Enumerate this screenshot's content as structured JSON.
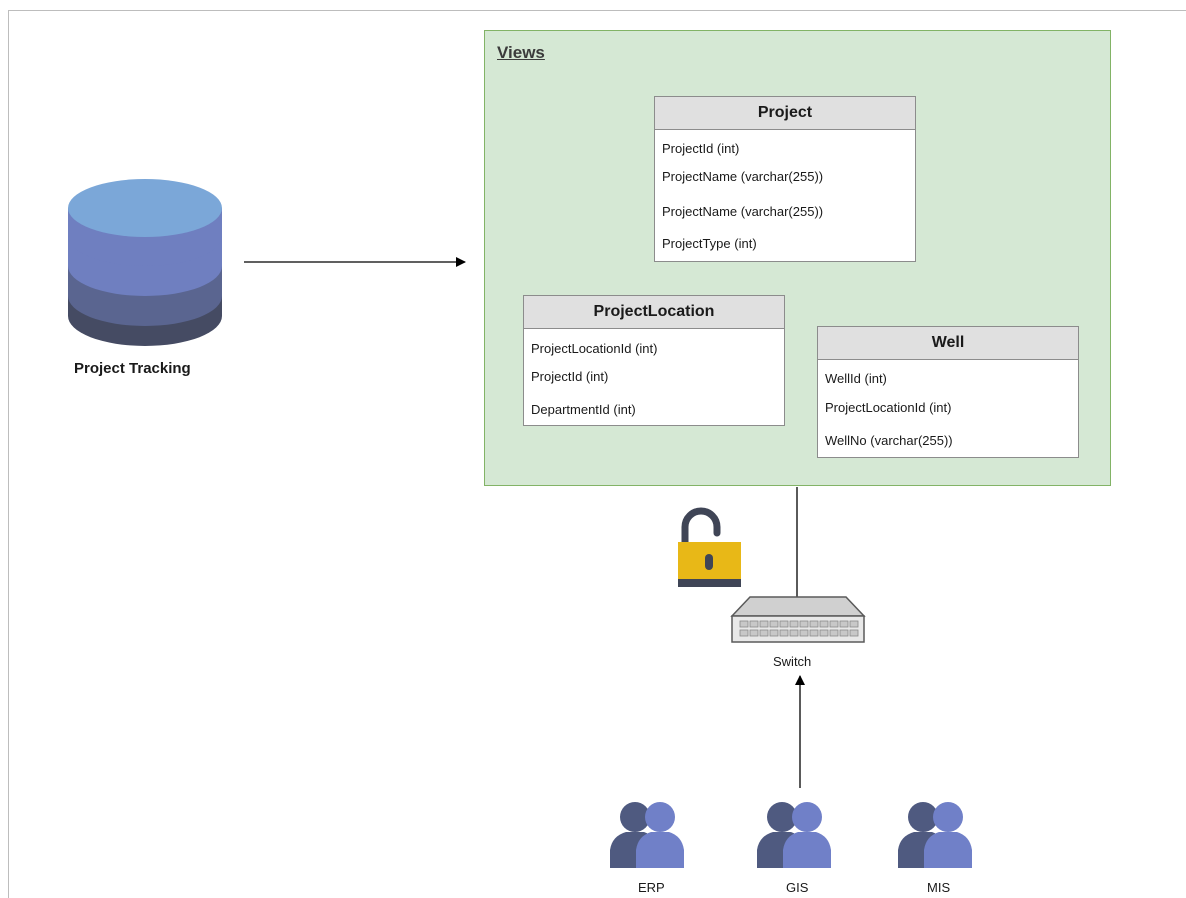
{
  "source_db": {
    "label": "Project Tracking",
    "icon": "database-icon"
  },
  "views": {
    "title": "Views",
    "tables": [
      {
        "name": "Project",
        "fields": [
          "ProjectId (int)",
          "ProjectName (varchar(255))",
          "ProjectName (varchar(255))",
          "ProjectType (int)"
        ]
      },
      {
        "name": "ProjectLocation",
        "fields": [
          "ProjectLocationId (int)",
          "ProjectId (int)",
          "DepartmentId (int)"
        ]
      },
      {
        "name": "Well",
        "fields": [
          "WellId (int)",
          "ProjectLocationId (int)",
          "WellNo (varchar(255))"
        ]
      }
    ]
  },
  "lock": {
    "icon": "unlocked-padlock-icon"
  },
  "switch": {
    "label": "Switch",
    "icon": "network-switch-icon"
  },
  "users": [
    {
      "label": "ERP",
      "icon": "users-icon"
    },
    {
      "label": "GIS",
      "icon": "users-icon"
    },
    {
      "label": "MIS",
      "icon": "users-icon"
    }
  ],
  "colors": {
    "views_fill": "#d5e8d4",
    "views_border": "#82b366",
    "db_top": "#7ba7d8",
    "db_band1": "#6f7fc0",
    "db_band2": "#5a6590",
    "db_band3": "#454b63",
    "lock_body": "#e8b817",
    "user_front": "#7080c8",
    "user_back": "#4f5a80"
  }
}
